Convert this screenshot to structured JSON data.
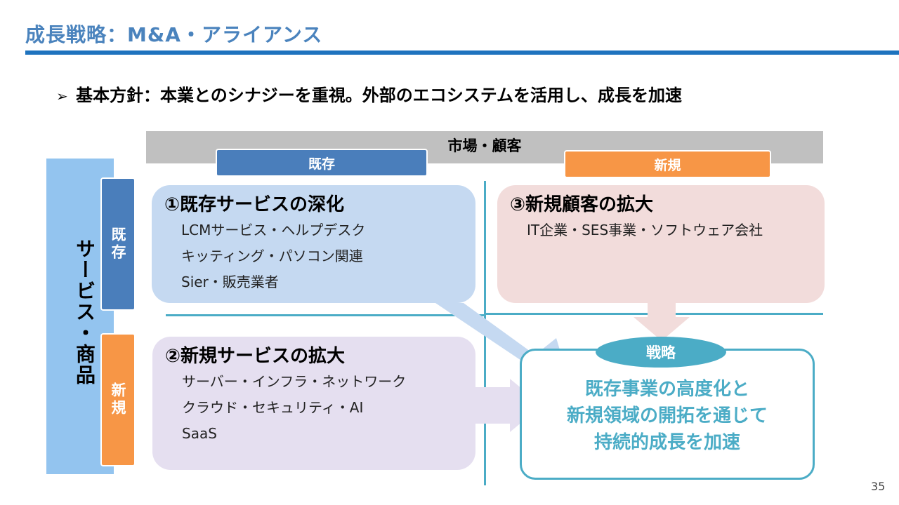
{
  "slide": {
    "title": "成長戦略：M&A・アライアンス",
    "policy_bullet": "➢",
    "policy": "基本方針：本業とのシナジーを重視。外部のエコシステムを活用し、成長を加速",
    "page_number": "35"
  },
  "matrix": {
    "market_label": "市場・顧客",
    "market_existing": "既存",
    "market_new": "新規",
    "service_label": "サービス・商品",
    "service_existing": "既存",
    "service_new": "新規"
  },
  "quadrants": {
    "q1": {
      "title": "①既存サービスの深化",
      "items": [
        "LCMサービス・ヘルプデスク",
        "キッティング・パソコン関連",
        "Sier・販売業者"
      ]
    },
    "q2": {
      "title": "②新規サービスの拡大",
      "items": [
        "サーバー・インフラ・ネットワーク",
        "クラウド・セキュリティ・AI",
        "SaaS"
      ]
    },
    "q3": {
      "title": "③新規顧客の拡大",
      "items": [
        "IT企業・SES事業・ソフトウェア会社"
      ]
    }
  },
  "strategy": {
    "label": "戦略",
    "lines": [
      "既存事業の高度化と",
      "新規領域の開拓を通じて",
      "持続的成長を加速"
    ]
  },
  "colors": {
    "title": "#4a83bd",
    "rule": "#1e73be",
    "existing": "#4a7ebb",
    "new": "#f79646",
    "accent": "#4bacc6",
    "q1_bg": "#c5d9f1",
    "q2_bg": "#e5dff0",
    "q3_bg": "#f2dcdb"
  }
}
